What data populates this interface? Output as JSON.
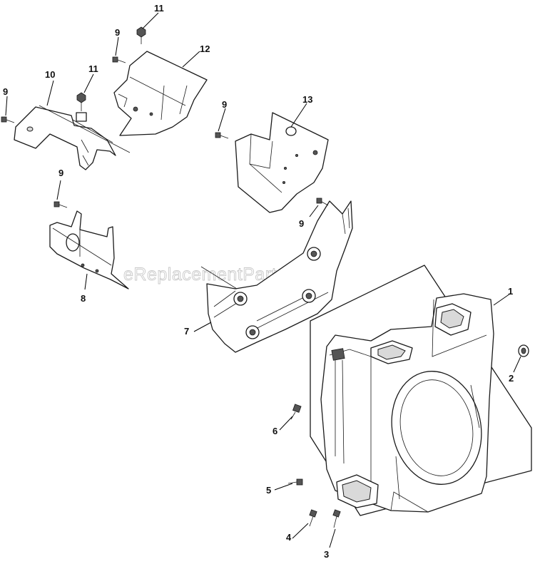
{
  "watermark": "eReplacementParts.com",
  "callouts": {
    "c1": "1",
    "c2": "2",
    "c3": "3",
    "c4": "4",
    "c5": "5",
    "c6": "6",
    "c7": "7",
    "c8": "8",
    "c9a": "9",
    "c9b": "9",
    "c9c": "9",
    "c9d": "9",
    "c9e": "9",
    "c10": "10",
    "c11a": "11",
    "c11b": "11",
    "c12": "12",
    "c13": "13"
  }
}
